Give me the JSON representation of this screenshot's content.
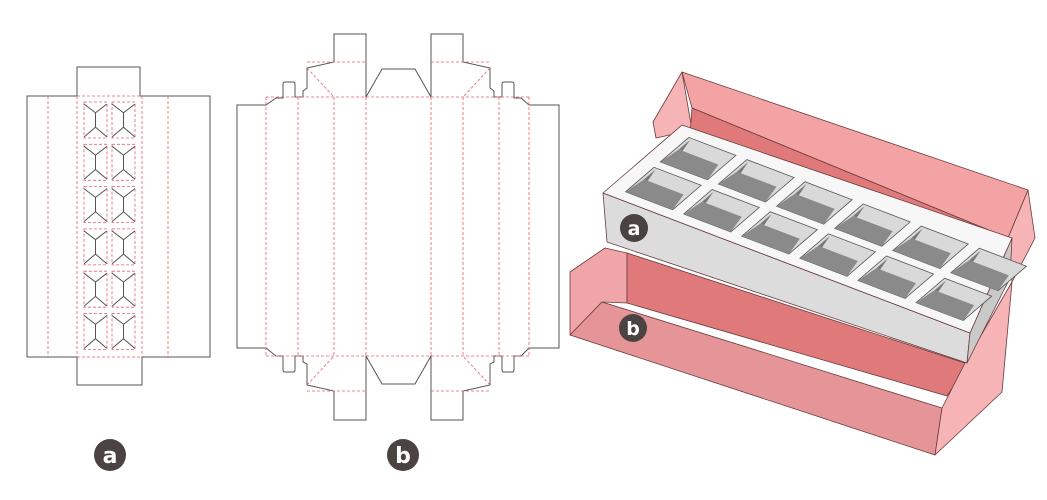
{
  "labels": {
    "a": "a",
    "b": "b"
  },
  "insert_cells": {
    "rows": 2,
    "columns": 6
  },
  "dieline_a_cells": {
    "rows": 6,
    "columns": 2
  },
  "colors": {
    "cut_line": "#555555",
    "fold_line": "#e8626a",
    "badge": "#4b4242",
    "insert_top": "#f7f7f7",
    "insert_side": "#dcdcdc",
    "cell_wall": "#d6d6d6",
    "cell_shadow": "#8a8a8a",
    "box_front": "#e59597",
    "box_inner": "#e07a7a",
    "box_flap": "#f6b4b6",
    "lid": "#f4a3a5"
  }
}
